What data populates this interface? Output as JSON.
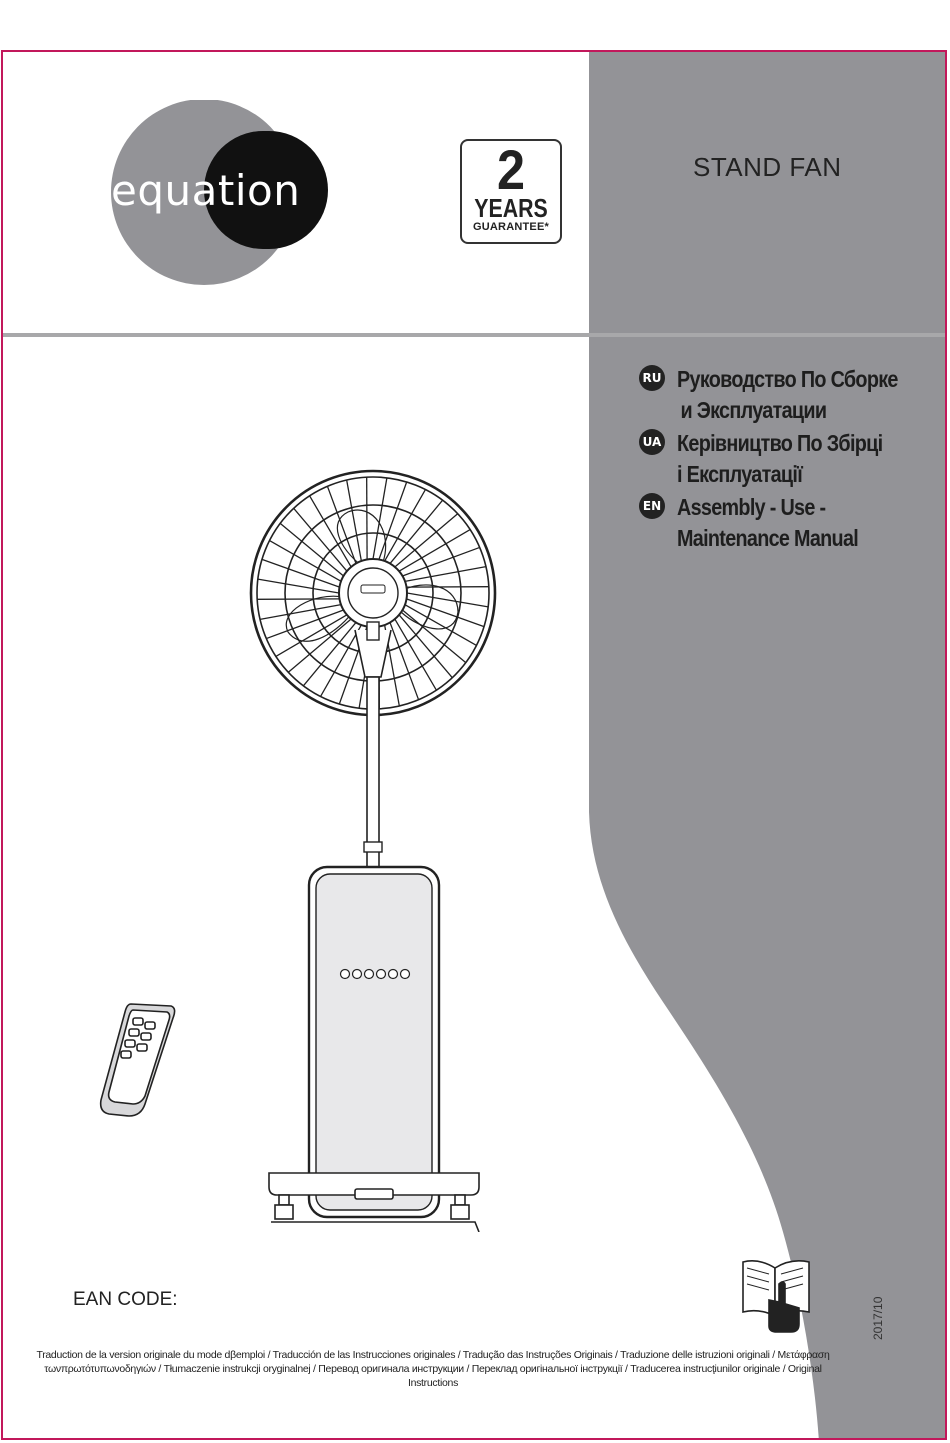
{
  "brand": {
    "logo_text": "equation"
  },
  "guarantee": {
    "number": "2",
    "unit": "YEARS",
    "label": "GUARANTEE*"
  },
  "product": {
    "title": "STAND FAN"
  },
  "languages": [
    {
      "code": "RU",
      "lines": [
        "Руководство По Сборке",
        "и Эксплуатации"
      ]
    },
    {
      "code": "UA",
      "lines": [
        "Керівництво По Збірці",
        "і Експлуатації"
      ]
    },
    {
      "code": "EN",
      "lines": [
        "Assembly - Use -",
        "Maintenance Manual"
      ]
    }
  ],
  "ean": {
    "label": "EAN CODE:"
  },
  "date": "2017/10",
  "footer": {
    "line1": "Traduction de la version originale du mode dβemploi / Traducción de las Instrucciones originales / Tradução das Instruções Originais / Traduzione delle istruzioni originali  / Μετάφραση",
    "line2": "τωνπρωτότυπωνοδηγιών / Tłumaczenie instrukcji oryginalnej / Перевод оригинала инструкции / Переклад оригінальної інструкції / Traducerea instrucţiunilor originale / Original Instructions"
  },
  "colors": {
    "border": "#c2185b",
    "panel": "#939397",
    "divider": "#a8a8aa",
    "logo_light": "#939397",
    "logo_dark": "#111111"
  },
  "icons": [
    "manual-read-icon",
    "stand-fan-illustration",
    "remote-control-illustration"
  ]
}
